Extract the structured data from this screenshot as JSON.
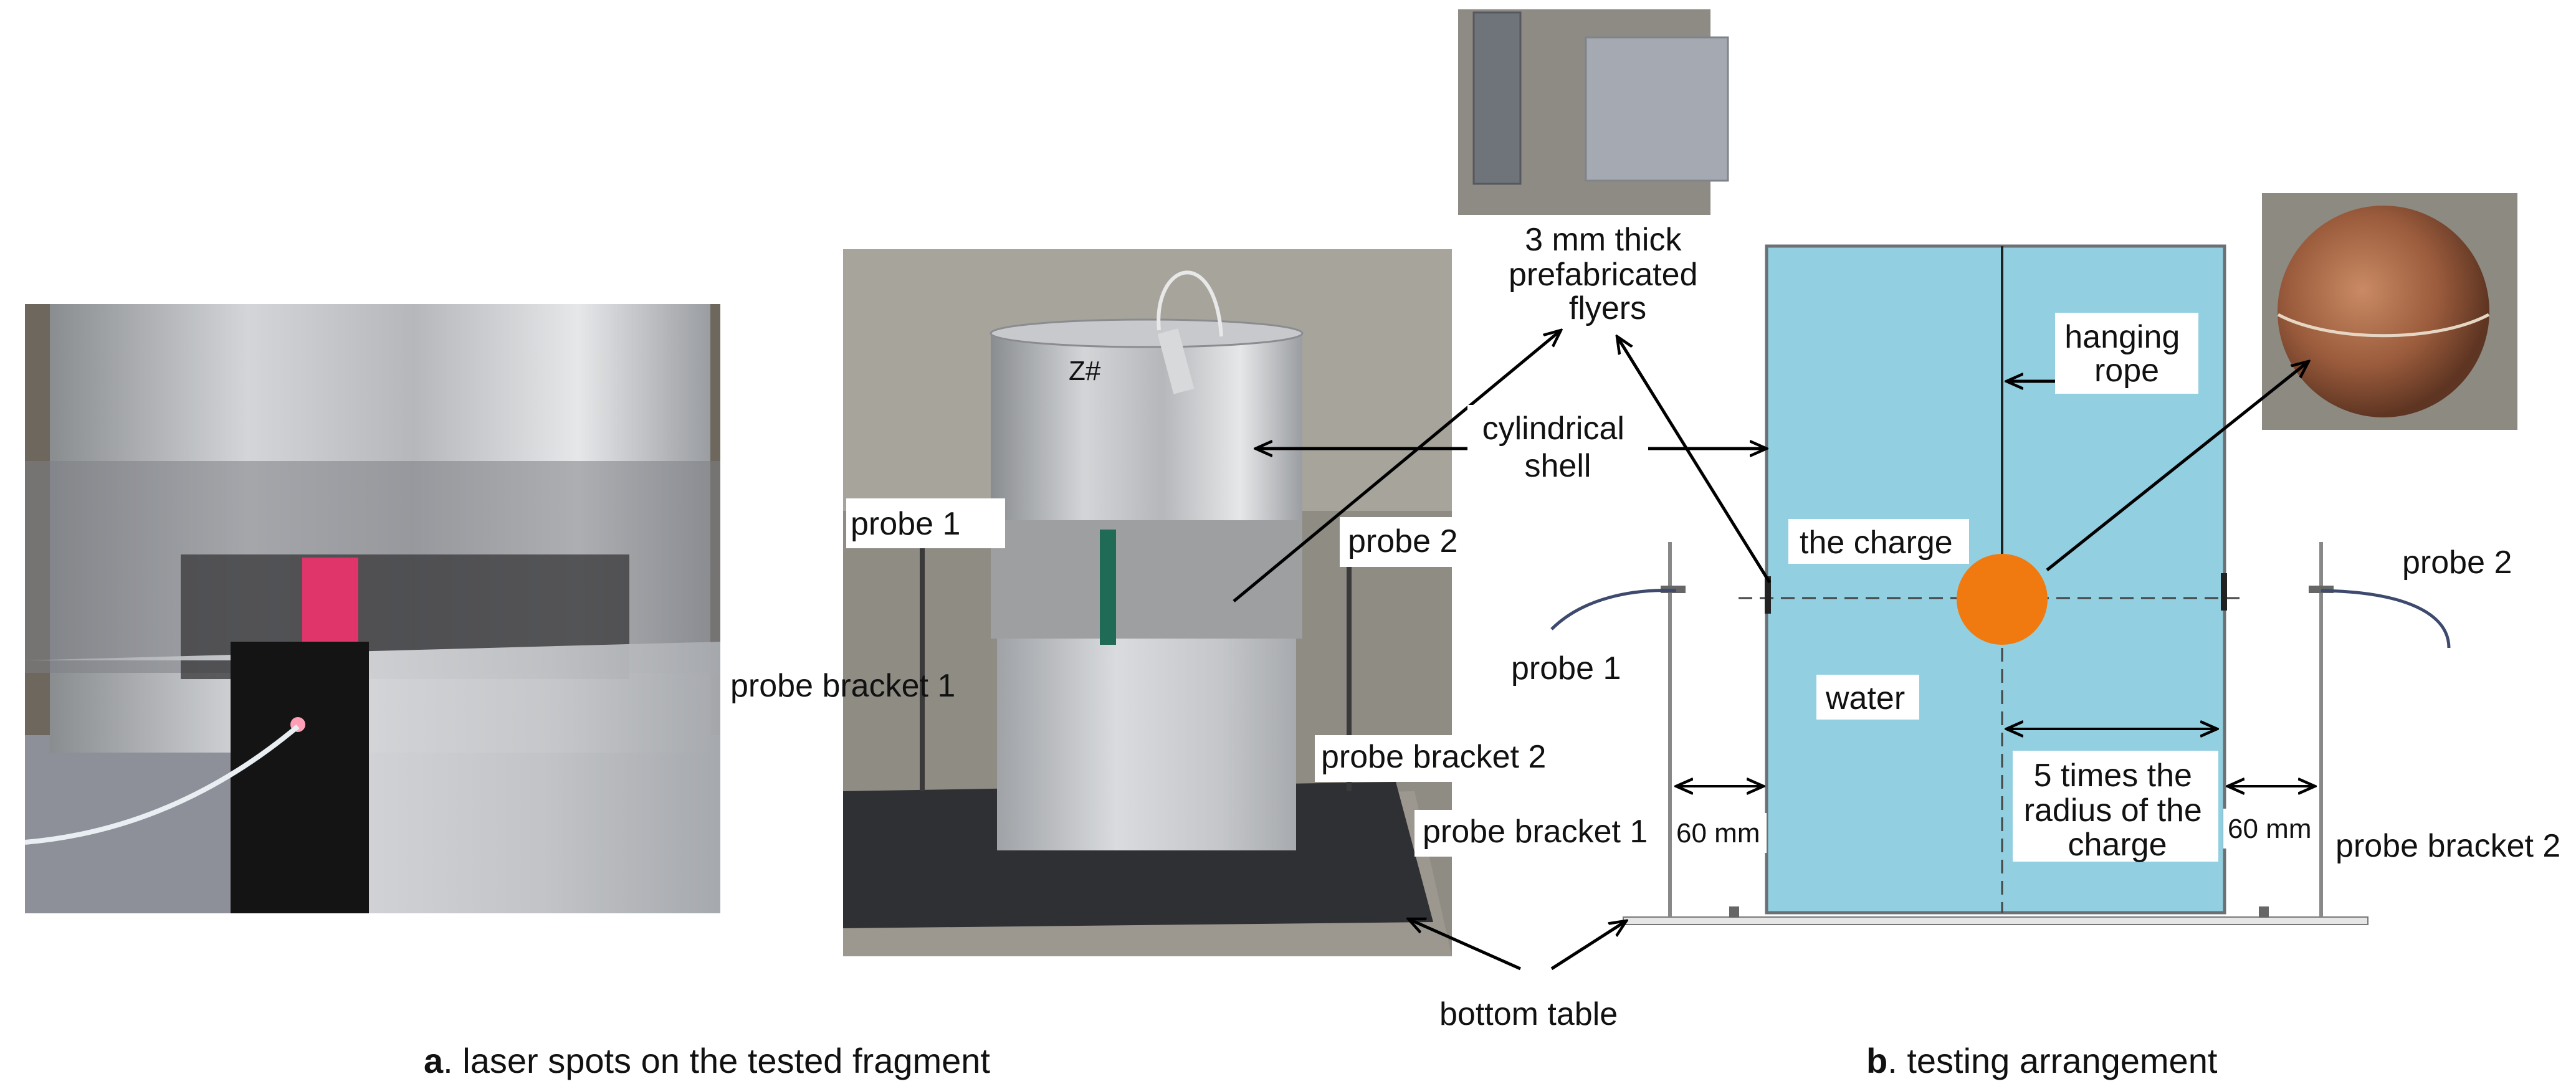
{
  "caption_a": {
    "letter": "a",
    "text": ". laser spots on the tested fragment"
  },
  "caption_b": {
    "letter": "b",
    "text": ". testing arrangement"
  },
  "photo_b": {
    "probe1": "probe 1",
    "probe2": "probe 2",
    "probe_bracket1_left": "probe bracket 1",
    "probe_bracket2": "probe bracket 2",
    "probe_bracket1_right": "probe bracket 1",
    "marker": "Z#"
  },
  "diagram": {
    "flyers_label": [
      "3 mm thick",
      "prefabricated",
      "flyers"
    ],
    "cylindrical_shell": [
      "cylindrical",
      "shell"
    ],
    "hanging_rope": [
      "hanging",
      "rope"
    ],
    "the_charge": "the charge",
    "water": "water",
    "probe1": "probe 1",
    "probe2": "probe 2",
    "dim_left": "60 mm",
    "dim_right": "60 mm",
    "radius_label": [
      "5 times the",
      "radius of the",
      "charge"
    ],
    "probe_bracket2": "probe bracket 2",
    "bottom_table": "bottom table"
  },
  "colors": {
    "water": "#92cfe0",
    "charge": "#f07a10",
    "metal": "#b9bcc0"
  }
}
